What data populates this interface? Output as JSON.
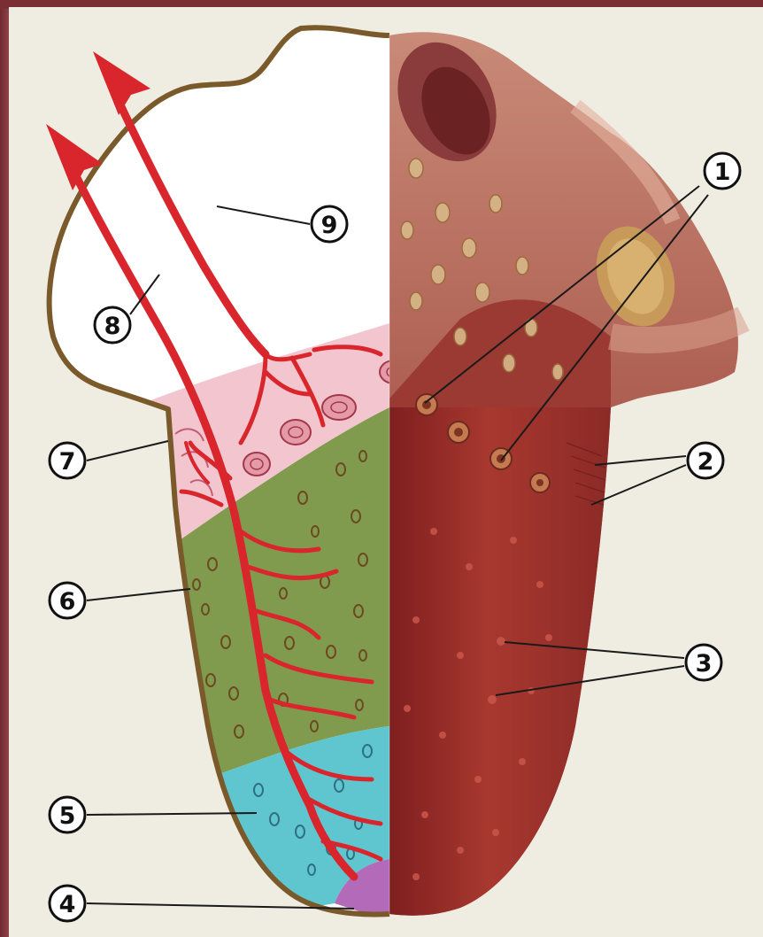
{
  "diagram": {
    "callouts": [
      {
        "id": "callout-1",
        "label": "1"
      },
      {
        "id": "callout-2",
        "label": "2"
      },
      {
        "id": "callout-3",
        "label": "3"
      },
      {
        "id": "callout-4",
        "label": "4"
      },
      {
        "id": "callout-5",
        "label": "5"
      },
      {
        "id": "callout-6",
        "label": "6"
      },
      {
        "id": "callout-7",
        "label": "7"
      },
      {
        "id": "callout-8",
        "label": "8"
      },
      {
        "id": "callout-9",
        "label": "9"
      }
    ],
    "colors": {
      "outline": "#7a5a2a",
      "nerve_red": "#d9262c",
      "zone_white": "#ffffff",
      "zone_pink": "#f3c6cf",
      "zone_green": "#809a4e",
      "zone_blue": "#5fc6cf",
      "zone_purple": "#b36ab8",
      "tongue_dark": "#8e2424",
      "tongue_mid": "#b3453c",
      "background": "#efece2"
    }
  }
}
